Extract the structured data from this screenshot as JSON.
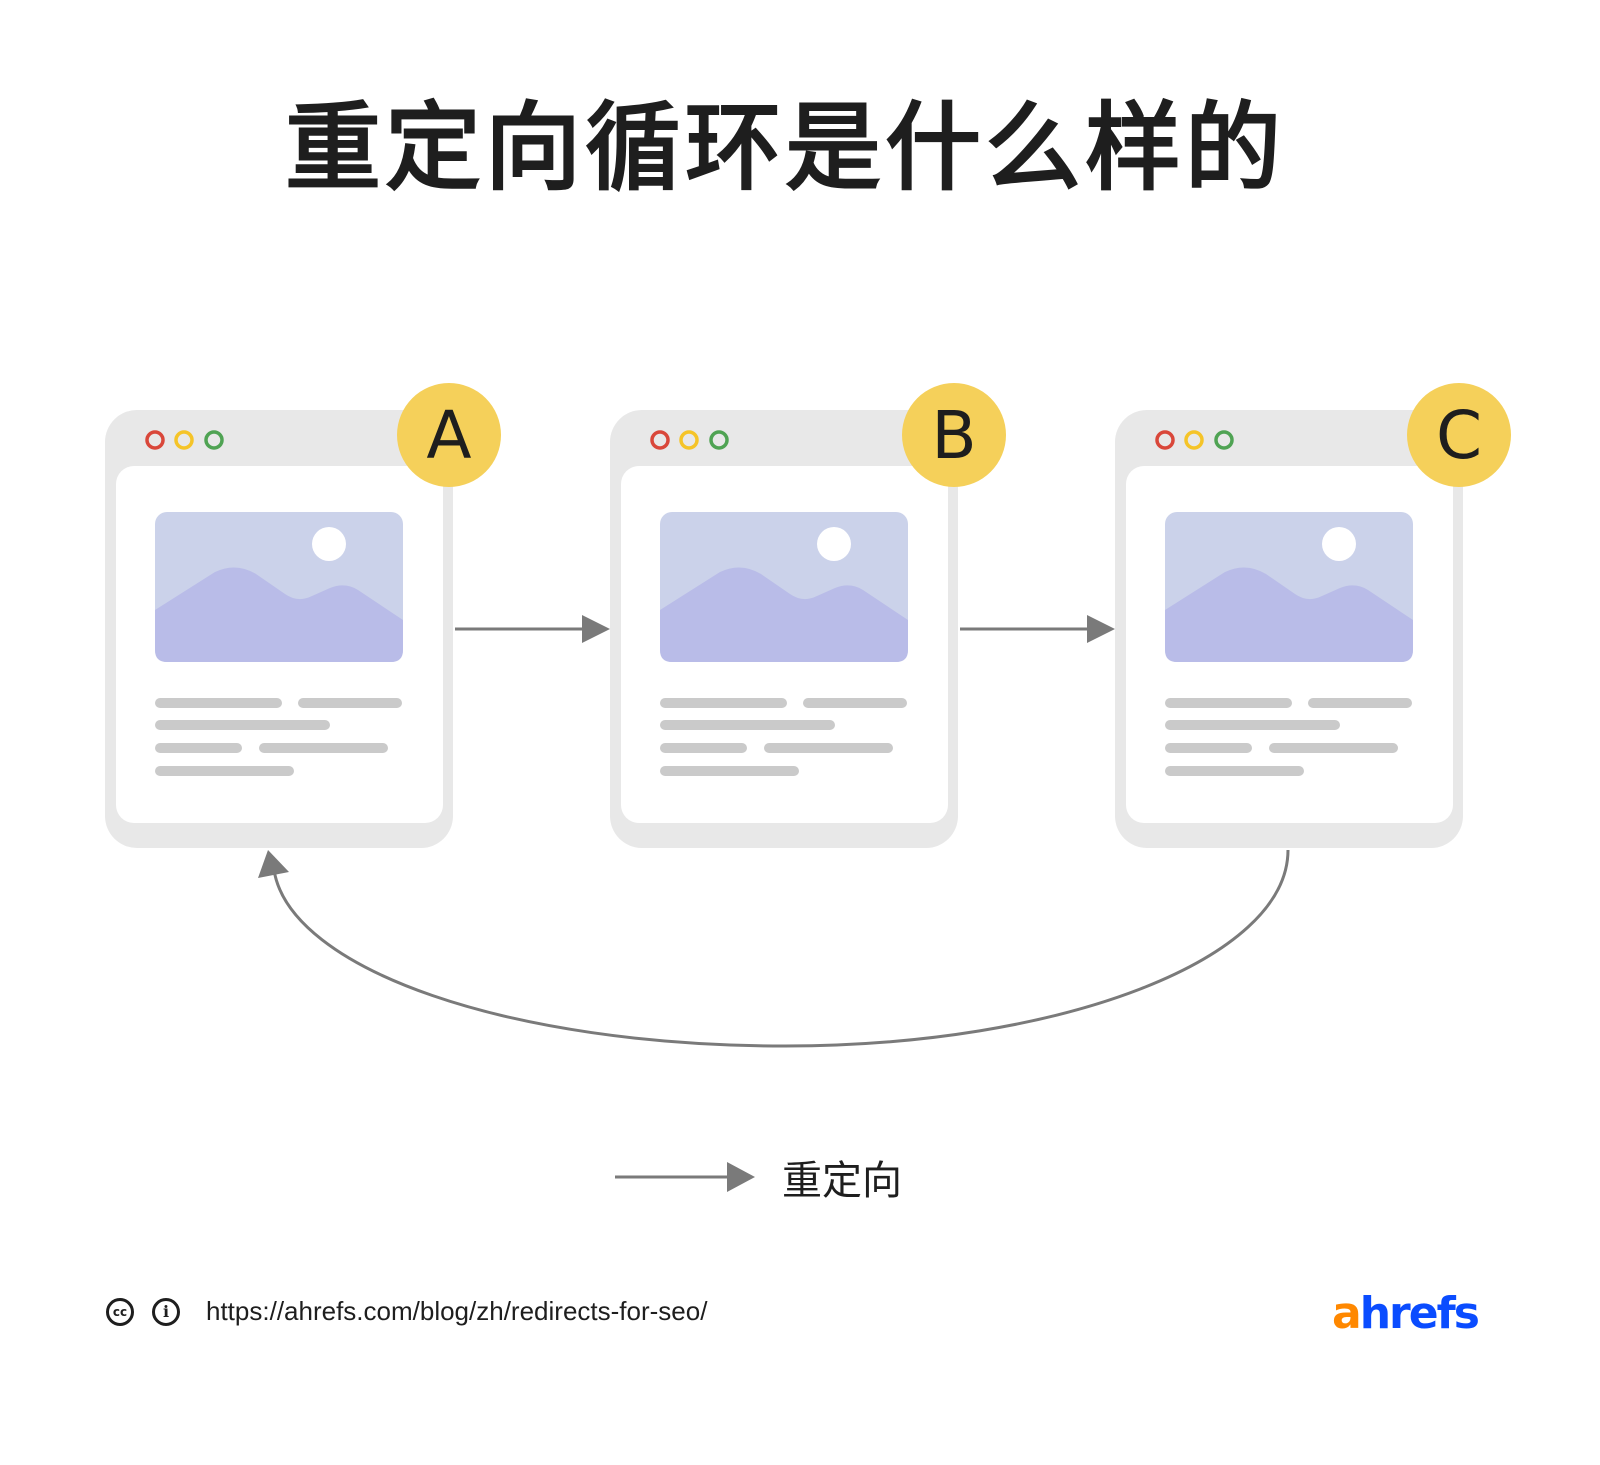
{
  "title": "重定向循环是什么样的",
  "pages": [
    {
      "label": "A"
    },
    {
      "label": "B"
    },
    {
      "label": "C"
    }
  ],
  "legend": {
    "label": "重定向"
  },
  "footer": {
    "url": "https://ahrefs.com/blog/zh/redirects-for-seo/",
    "cc_icon": "cc",
    "by_icon": "i"
  },
  "logo": {
    "first": "a",
    "rest": "hrefs"
  },
  "colors": {
    "frame": "#e8e8e8",
    "badge": "#f5d05a",
    "arrow": "#7a7a7a",
    "image_bg": "#cbd2ea",
    "mountain": "#b9bce8",
    "text_line": "#cacaca",
    "dot_red": "#d9473a",
    "dot_yellow": "#f5c428",
    "dot_green": "#4fa353"
  }
}
